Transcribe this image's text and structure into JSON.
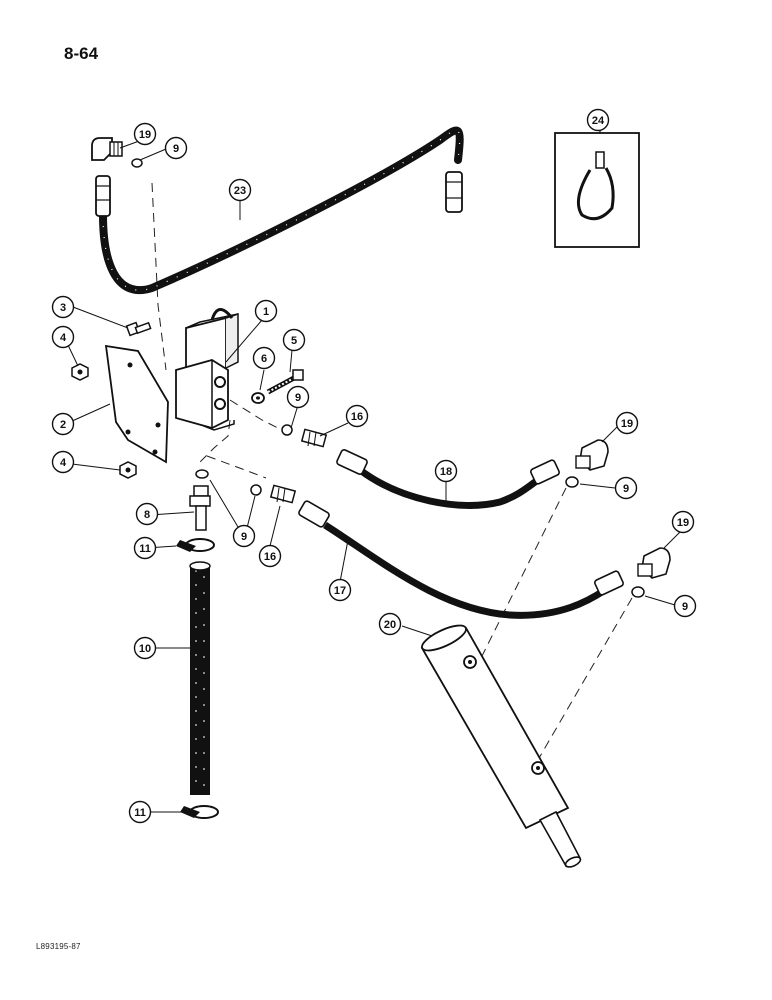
{
  "page_number": "8-64",
  "figure_id": "L893195-87",
  "callouts": [
    "1",
    "2",
    "3",
    "4",
    "4",
    "5",
    "6",
    "8",
    "9",
    "9",
    "9",
    "9",
    "9",
    "10",
    "11",
    "11",
    "16",
    "16",
    "17",
    "18",
    "19",
    "19",
    "19",
    "20",
    "23",
    "24"
  ]
}
